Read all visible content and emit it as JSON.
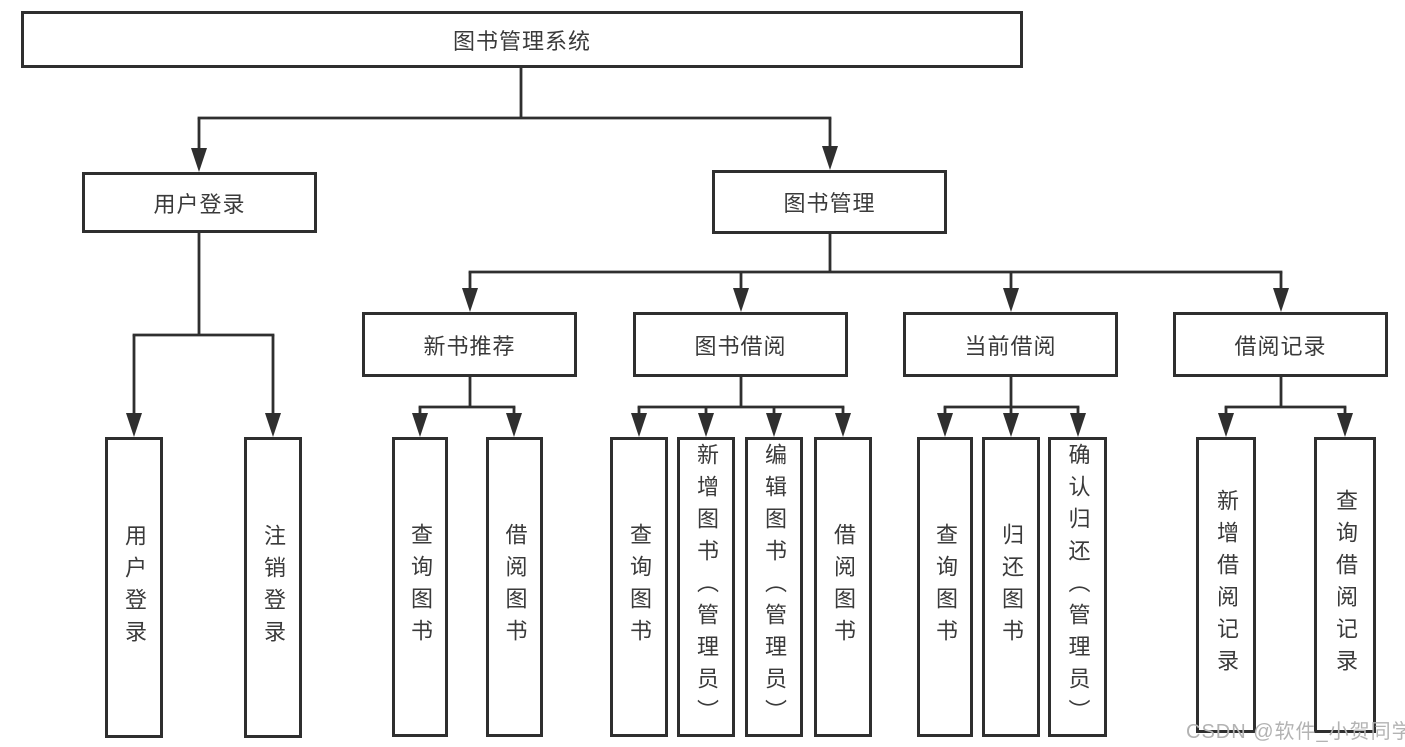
{
  "diagram": {
    "title": "图书管理系统",
    "nodes": [
      {
        "id": "root",
        "label": "图书管理系统"
      },
      {
        "id": "user-login",
        "label": "用户登录"
      },
      {
        "id": "book-mgmt",
        "label": "图书管理"
      },
      {
        "id": "new-book-rec",
        "label": "新书推荐"
      },
      {
        "id": "book-borrow",
        "label": "图书借阅"
      },
      {
        "id": "current-borrow",
        "label": "当前借阅"
      },
      {
        "id": "borrow-records",
        "label": "借阅记录"
      },
      {
        "id": "leaf-user-login",
        "label": "用户登录"
      },
      {
        "id": "leaf-logout",
        "label": "注销登录"
      },
      {
        "id": "leaf-nb-query",
        "label": "查询图书"
      },
      {
        "id": "leaf-nb-borrow",
        "label": "借阅图书"
      },
      {
        "id": "leaf-bb-query",
        "label": "查询图书"
      },
      {
        "id": "leaf-bb-add",
        "label": "新增图书（管理员）"
      },
      {
        "id": "leaf-bb-edit",
        "label": "编辑图书（管理员）"
      },
      {
        "id": "leaf-bb-borrow",
        "label": "借阅图书"
      },
      {
        "id": "leaf-cb-query",
        "label": "查询图书"
      },
      {
        "id": "leaf-cb-return",
        "label": "归还图书"
      },
      {
        "id": "leaf-cb-confirm",
        "label": "确认归还（管理员）"
      },
      {
        "id": "leaf-br-add",
        "label": "新增借阅记录"
      },
      {
        "id": "leaf-br-query",
        "label": "查询借阅记录"
      }
    ]
  },
  "watermark": {
    "text": "CSDN @软件_小贺同学"
  },
  "colors": {
    "line": "#2f2f2f",
    "box_border": "#2f2f2f",
    "text": "#3a3a3a",
    "watermark": "#b3b3b3",
    "background": "#ffffff"
  }
}
